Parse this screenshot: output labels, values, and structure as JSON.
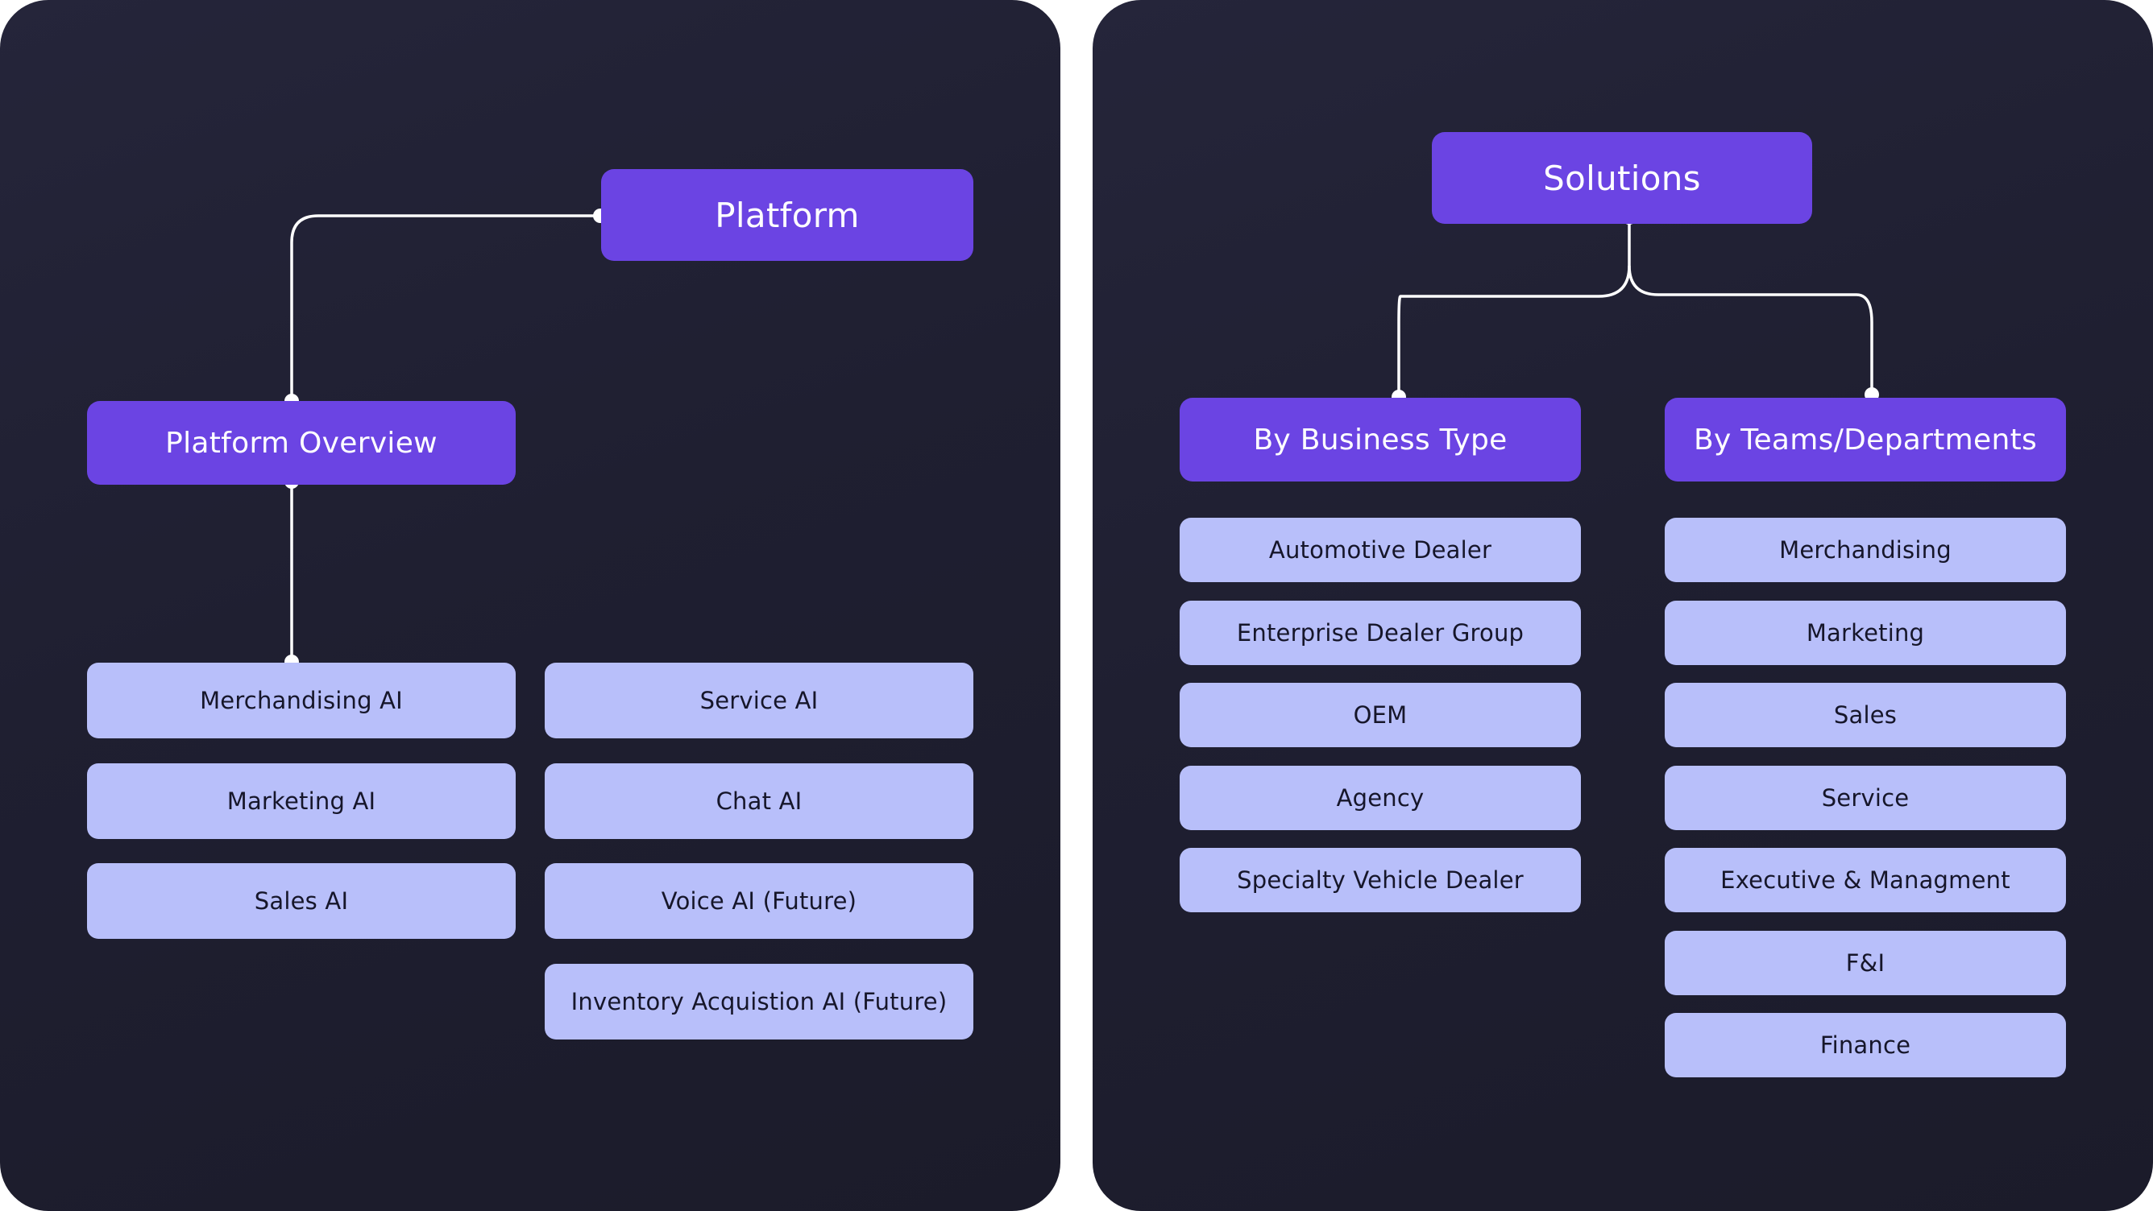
{
  "platform": {
    "title": "Platform",
    "overview": "Platform Overview",
    "products_left": [
      "Merchandising AI",
      "Marketing AI",
      "Sales AI"
    ],
    "products_right": [
      "Service AI",
      "Chat AI",
      "Voice AI (Future)",
      "Inventory Acquistion AI (Future)"
    ]
  },
  "solutions": {
    "title": "Solutions",
    "business_type": {
      "label": "By Business Type",
      "items": [
        "Automotive Dealer",
        "Enterprise Dealer Group",
        "OEM",
        "Agency",
        "Specialty Vehicle Dealer"
      ]
    },
    "teams": {
      "label": "By Teams/Departments",
      "items": [
        "Merchandising",
        "Marketing",
        "Sales",
        "Service",
        "Executive & Managment",
        "F&I",
        "Finance"
      ]
    }
  },
  "colors": {
    "panel_background": "#1f1f31",
    "primary_node": "#6b44e3",
    "item_node": "#b8bffa",
    "connector": "#ffffff"
  }
}
